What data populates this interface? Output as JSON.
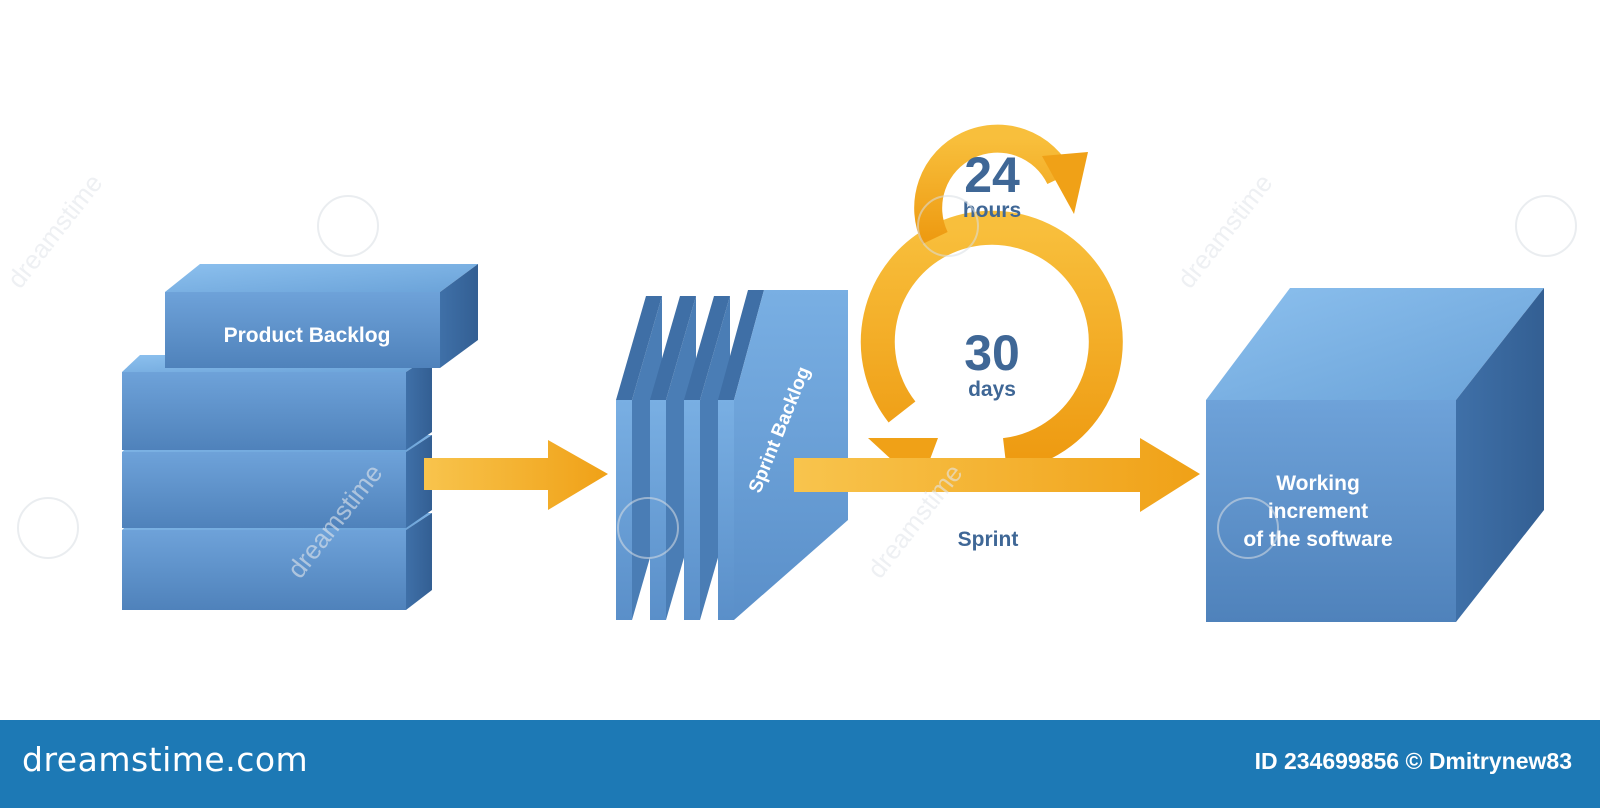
{
  "diagram": {
    "product_backlog": "Product Backlog",
    "sprint_backlog": "Sprint Backlog",
    "daily_number": "24",
    "daily_unit": "hours",
    "sprint_number": "30",
    "sprint_unit": "days",
    "sprint_label": "Sprint",
    "increment_lines": [
      "Working",
      "increment",
      "of the software"
    ]
  },
  "watermark": {
    "text": "dreamstime"
  },
  "footer": {
    "brand": "dreamstime.com",
    "id_label": "ID 234699856",
    "copyright": "© Dmitrynew83"
  },
  "colors": {
    "block_blue": "#5a90cc",
    "block_top": "#7fb4e6",
    "block_dark": "#3d6ea5",
    "arrow_orange": "#f3a51c",
    "text_blue": "#3f6796",
    "footer_blue": "#1d79b5"
  }
}
